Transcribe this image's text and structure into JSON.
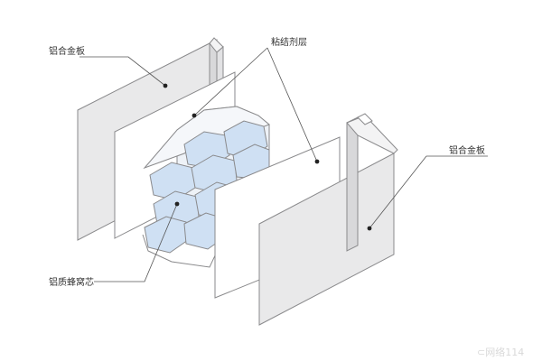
{
  "labels": {
    "left_panel": "铝合金板",
    "adhesive": "粘结剂层",
    "right_panel": "铝合金板",
    "core": "铝质蜂窝芯"
  },
  "watermark": "⊂网络114",
  "colors": {
    "panel_fill": "#e9e9ea",
    "panel_side": "#d8d8da",
    "panel_stroke": "#8a8a8c",
    "sheet_fill": "#ffffff",
    "honeycomb_face": "#cfe0f3",
    "honeycomb_wall": "#eef2f7",
    "leader_line": "#555555",
    "text": "#333333"
  }
}
